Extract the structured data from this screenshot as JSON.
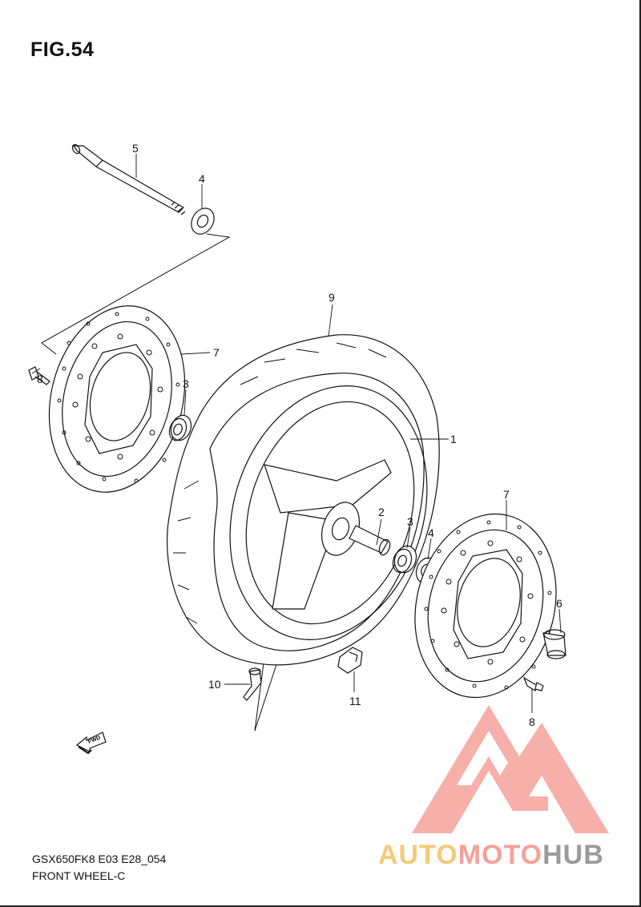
{
  "figure": {
    "title": "FIG.54"
  },
  "callouts": [
    "5",
    "4",
    "9",
    "7",
    "3",
    "8",
    "1",
    "2",
    "3",
    "4",
    "7",
    "6",
    "10",
    "11",
    "8"
  ],
  "caption": {
    "model": "GSX650FK8 E03 E28_054",
    "name": "FRONT WHEEL-C"
  },
  "fwd_label": "FWD",
  "watermark": {
    "part1": "AUTO",
    "part2": "MOTO",
    "part3": "HUB",
    "colors": [
      "#f6c97a",
      "#f4a19a",
      "#9a9a9a"
    ]
  }
}
